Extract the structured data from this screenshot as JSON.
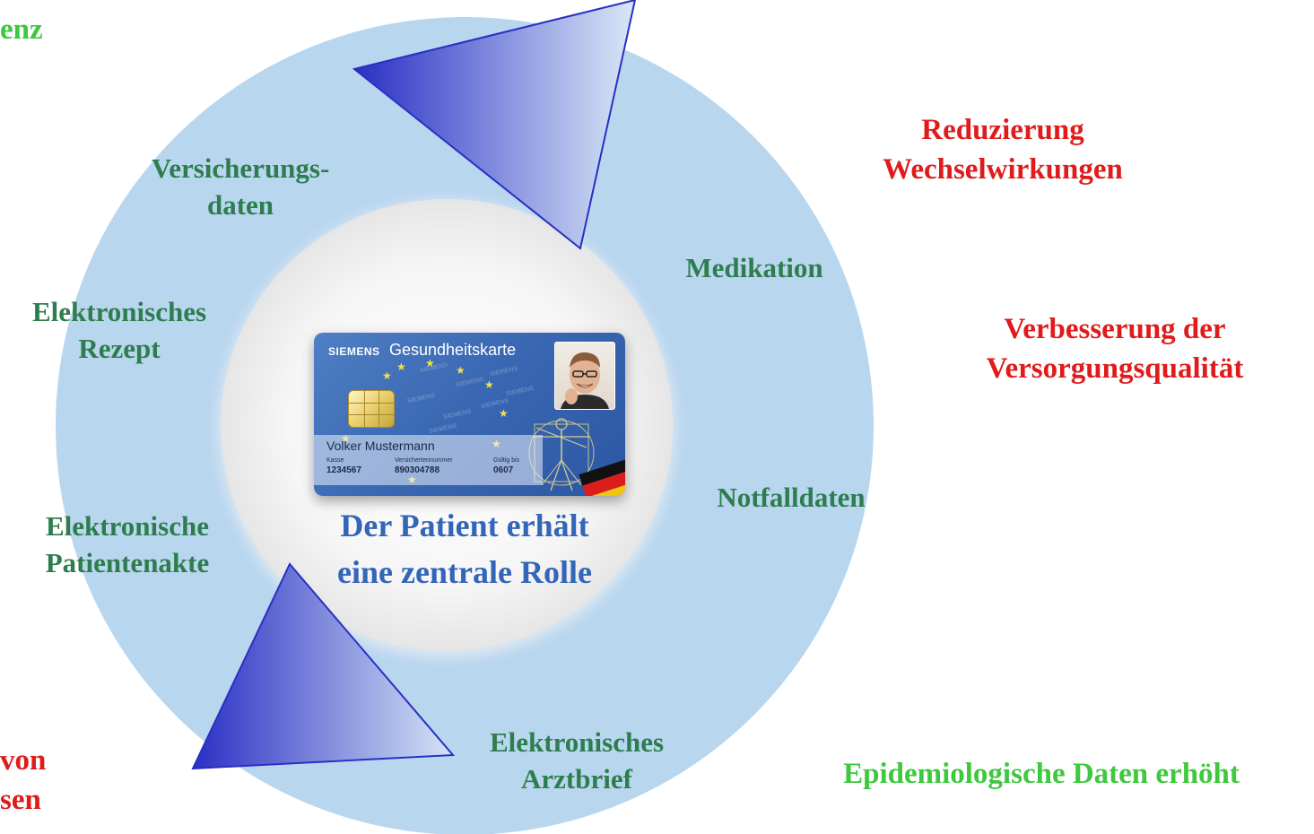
{
  "center": {
    "line1": "Der Patient erhält",
    "line2": "eine zentrale Rolle"
  },
  "ring_items": [
    {
      "line1": "Versicherungs-",
      "line2": "daten"
    },
    {
      "line1": "Medikation"
    },
    {
      "line1": "Elektronisches",
      "line2": "Rezept"
    },
    {
      "line1": "Notfalldaten"
    },
    {
      "line1": "Elektronische",
      "line2": "Patientenakte"
    },
    {
      "line1": "Elektronisches",
      "line2": "Arztbrief"
    }
  ],
  "outer": {
    "top_left_fragment": "enz",
    "reduzierung_line1": "Reduzierung",
    "reduzierung_line2": "Wechselwirkungen",
    "verbesserung_line1": "Verbesserung der",
    "verbesserung_line2": "Versorgungsqualität",
    "epidemiologische": "Epidemiologische Daten erhöht",
    "bottom_left_line1": "von",
    "bottom_left_line2": "sen"
  },
  "card": {
    "brand": "SIEMENS",
    "title": "Gesundheitskarte",
    "holder_name": "Volker Mustermann",
    "kasse_label": "Kasse",
    "kasse_value": "1234567",
    "versichertennummer_label": "Versichertennummer",
    "versichertennummer_value": "890304788",
    "gueltig_label": "Gültig bis",
    "gueltig_value": "0607",
    "watermark": "SIEMENS"
  },
  "colors": {
    "ring": "#b9d6ef",
    "inner_disc": "#fafafa",
    "arrow_dark": "#2a2fc4",
    "arrow_light": "#d4e4f5",
    "ring_label": "#2e7d4f",
    "benefit_red": "#e01b1b",
    "benefit_green": "#3ec83e",
    "center_text": "#3366b8"
  }
}
